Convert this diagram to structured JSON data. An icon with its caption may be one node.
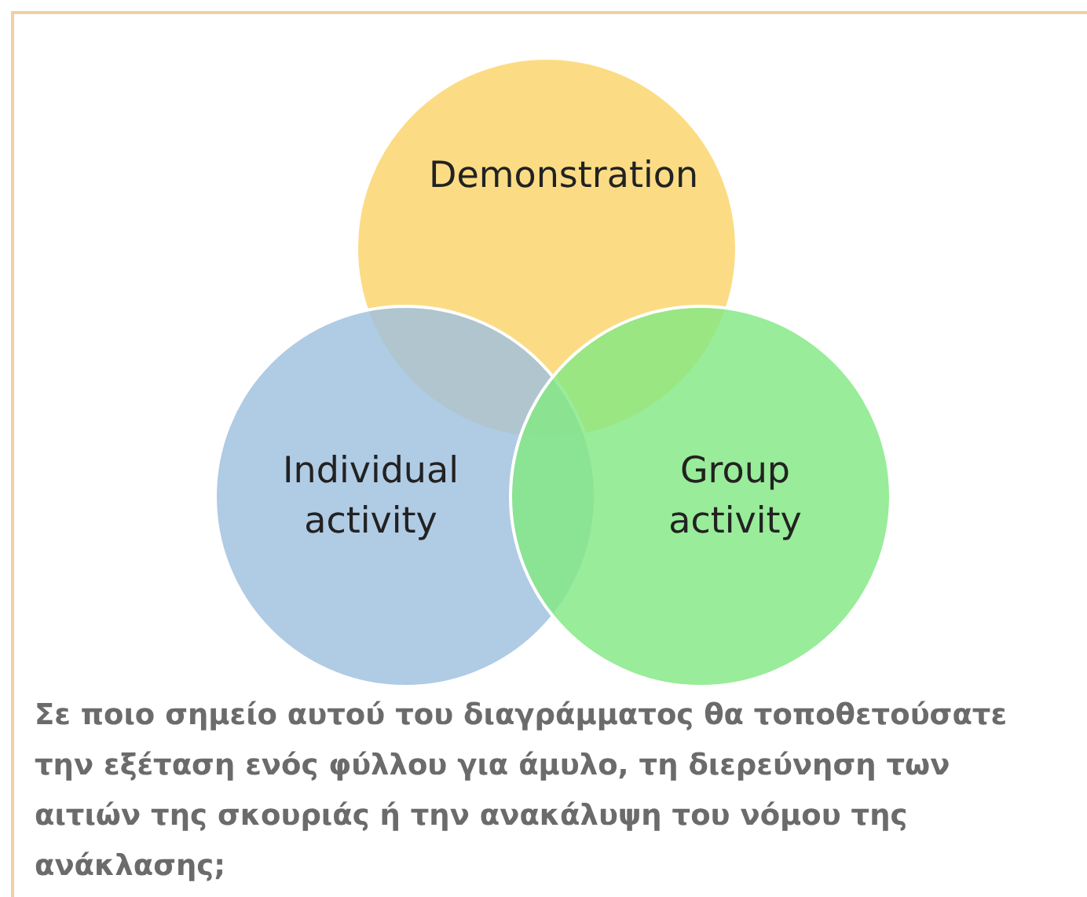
{
  "diagram": {
    "caption": "Σε ποιο σημείο αυτού του διαγράμματος θα τοποθετούσατε την εξέταση ενός φύλλου για άμυλο, τη διερεύνηση των αιτιών της σκουριάς ή την ανακάλυψη του νόμου της ανάκλασης;",
    "nodes": [
      {
        "text": [
          "Demonstration"
        ]
      },
      {
        "text": [
          "Individual activity"
        ]
      },
      {
        "text": [
          "Group activity"
        ]
      }
    ]
  }
}
